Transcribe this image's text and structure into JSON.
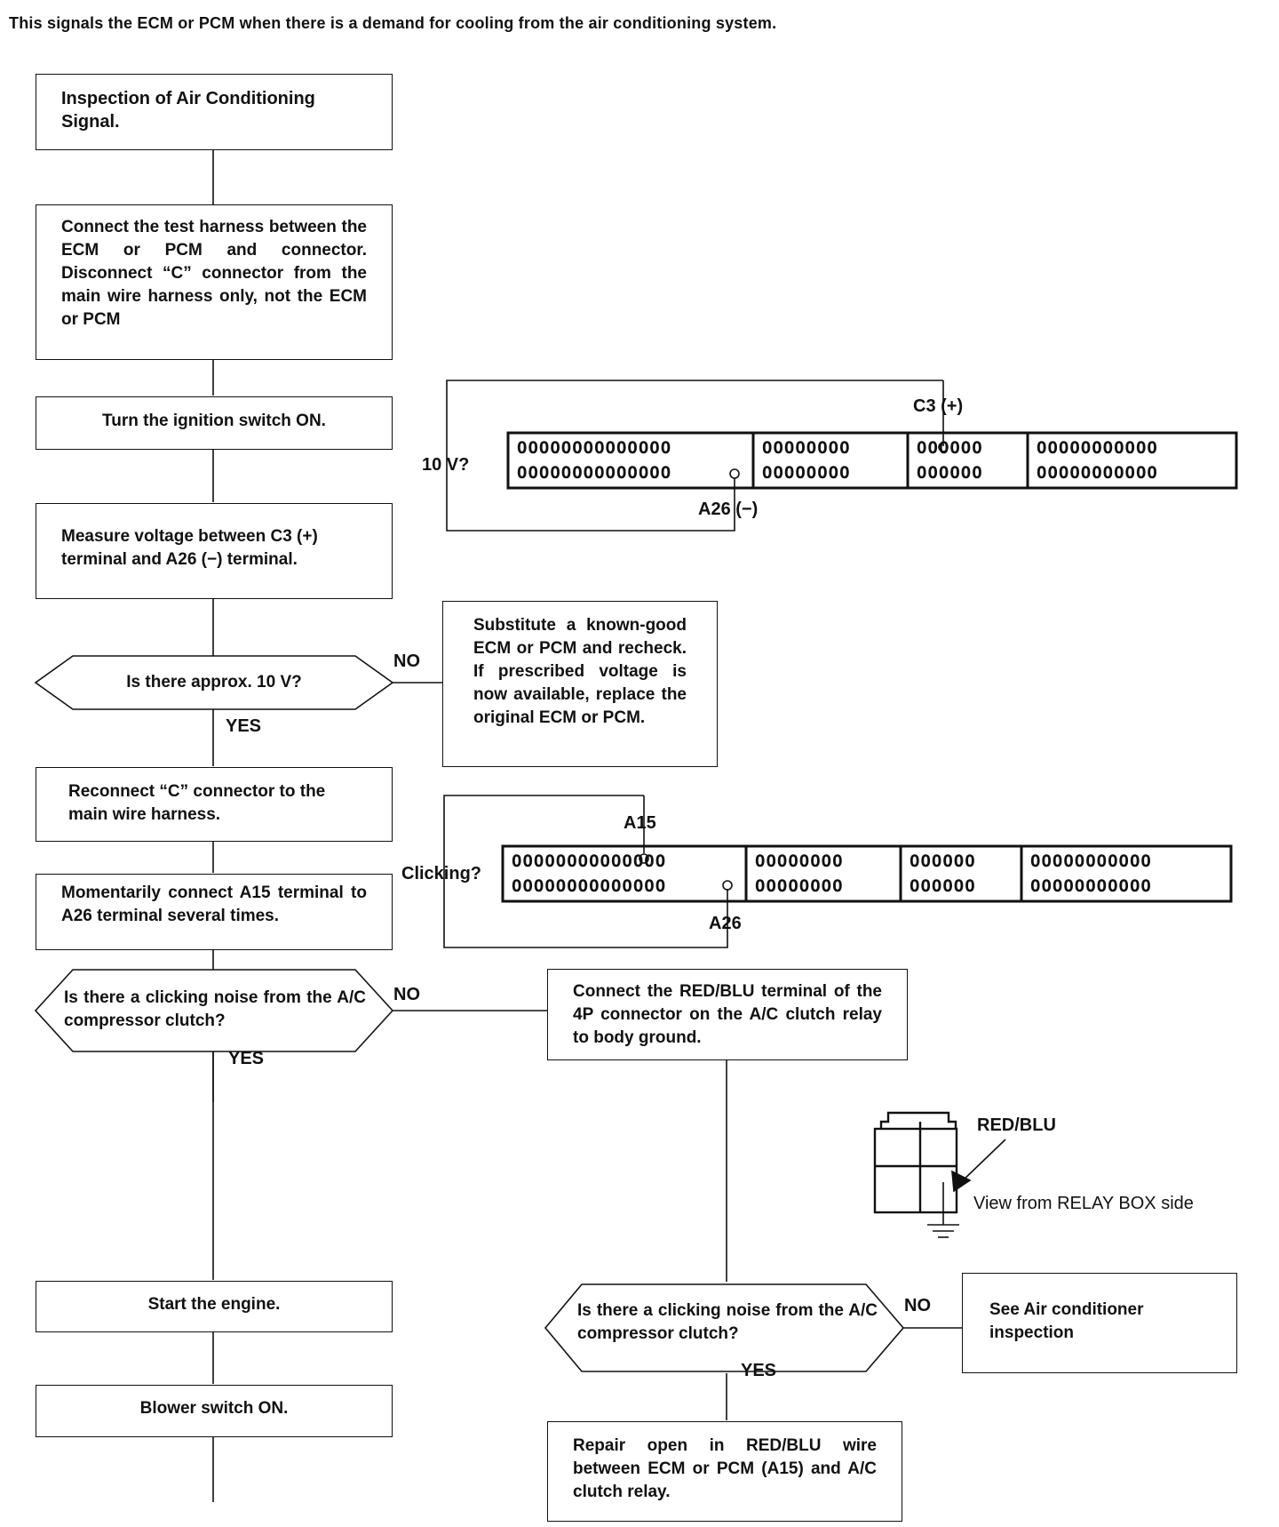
{
  "intro": "This signals the ECM or PCM when there is a demand for cooling from the air conditioning system.",
  "steps": {
    "s1": "Inspection of Air Conditioning Signal.",
    "s2": "Connect the test harness between the ECM or PCM and connector. Disconnect “C” connector from the main wire harness only, not the ECM or PCM",
    "s3": "Turn the ignition switch ON.",
    "s4": "Measure voltage between C3 (+) terminal and A26 (−) terminal.",
    "d1": "Is there approx. 10 V?",
    "sub": "Substitute a known-good ECM or PCM and recheck. If prescribed voltage is now available, replace the original ECM or PCM.",
    "s5": "Reconnect “C” connector to the main wire harness.",
    "s6": "Momentarily connect A15 terminal to A26 terminal several times.",
    "d2": "Is there a clicking noise from the A/C compressor clutch?",
    "r1": "Connect the RED/BLU terminal of the 4P connector on the A/C clutch relay to body ground.",
    "s7": "Start the engine.",
    "s8": "Blower switch ON.",
    "d3": "Is there a clicking noise from the A/C compressor clutch?",
    "see": "See Air conditioner inspection",
    "repair": "Repair open in RED/BLU wire between ECM or PCM (A15) and A/C clutch relay."
  },
  "labels": {
    "no": "NO",
    "yes": "YES",
    "c3": "C3 (+)",
    "a26m": "A26 (−)",
    "v10": "10 V?",
    "a15": "A15",
    "a26": "A26",
    "clicking": "Clicking?",
    "redblu": "RED/BLU",
    "viewfrom": "View from RELAY BOX side"
  },
  "connector": {
    "g1": "OOOOOOOOOOOOOO",
    "g2": "OOOOOOOO",
    "g3": "OOOOOO",
    "g4": "OOOOOOOOOOO"
  },
  "colors": {
    "line": "#111111",
    "background": "#ffffff"
  }
}
